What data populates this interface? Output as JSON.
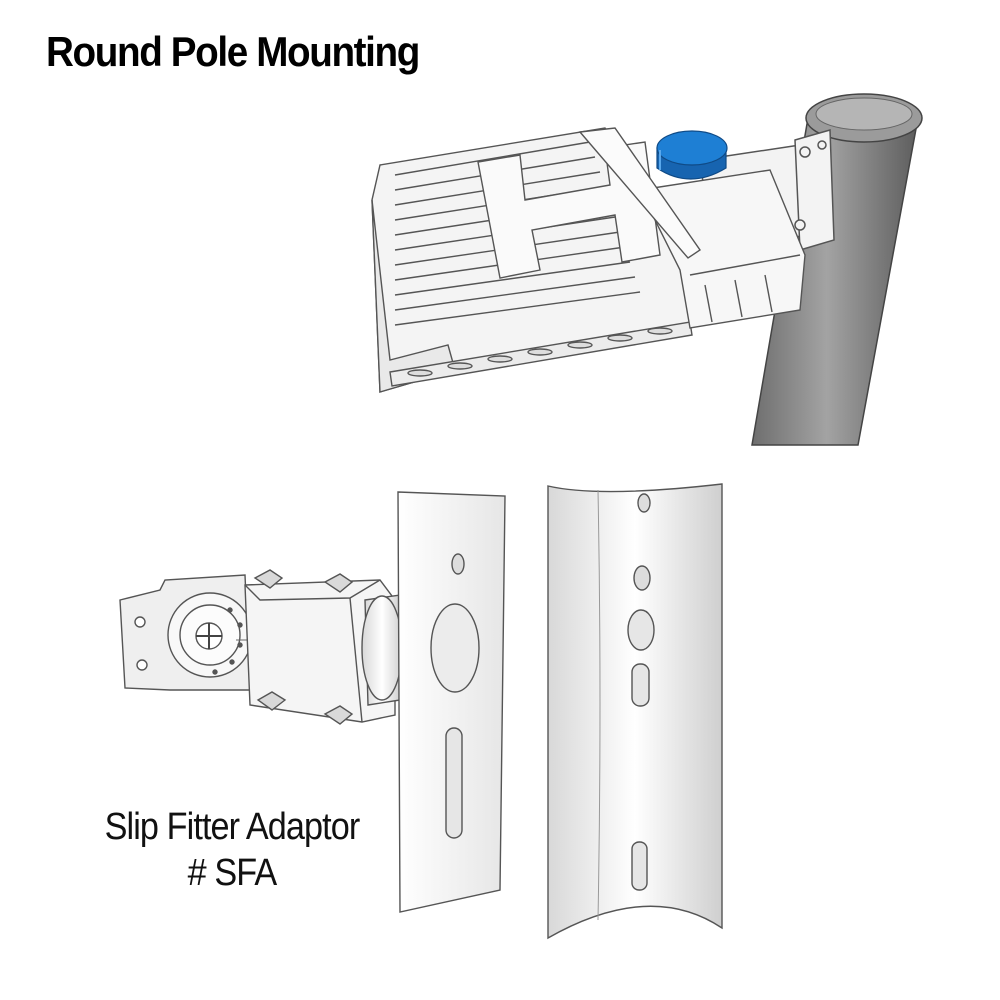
{
  "title": "Round Pole Mounting",
  "caption": {
    "line1": "Slip Fitter Adaptor",
    "line2": "# SFA"
  },
  "colors": {
    "photocell": "#1e7fd4",
    "pole": "#8a8a8a",
    "outline": "#555555",
    "fixture": "#f2f2f2"
  }
}
